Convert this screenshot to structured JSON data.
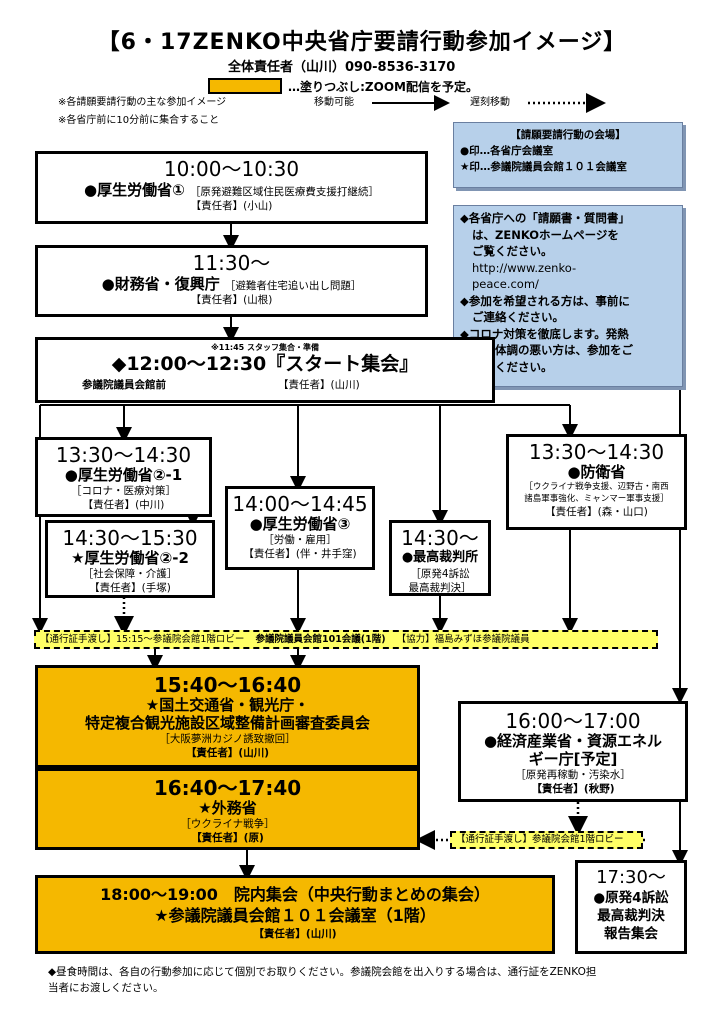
{
  "title": "【6・17ZENKO中央省庁要請行動参加イメージ】",
  "header": {
    "overall_responsible": "全体責任者（山川）090-8536-3170",
    "legend_fill_text": "…塗りつぶし:ZOOM配信を予定。",
    "legend_move_label": "移動可能",
    "legend_late_label": "遅刻移動",
    "note1": "※各請願要請行動の主な参加イメージ",
    "note2": "※各省庁前に10分前に集合すること"
  },
  "venue_box": {
    "title": "【請願要請行動の会場】",
    "line1": "●印…各省庁会議室",
    "line2": "★印…参議院議員会館１０１会議室"
  },
  "info_box": {
    "line1": "◆各省庁への「請願書・質問書」",
    "line2": "は、ZENKOホームページを",
    "line3": "ご覧ください。",
    "line4": "http://www.zenko-",
    "line5": "peace.com/",
    "line6": "◆参加を希望される方は、事前に",
    "line7": "ご連絡ください。",
    "line8": "◆コロナ対策を徹底します。発熱",
    "line9": "など体調の悪い方は、参加をご",
    "line10": "遠慮ください。"
  },
  "events": {
    "mhlw1": {
      "time": "10:00〜10:30",
      "dept": "●厚生労働省①",
      "topic": "［原発避難区域住民医療費支援打継続］",
      "resp": "【責任者】(小山)"
    },
    "mof": {
      "time": "11:30〜",
      "dept": "●財務省・復興庁",
      "topic": "［避難者住宅追い出し問題］",
      "resp": "【責任者】(山根)"
    },
    "start": {
      "pre": "※11:45 スタッフ集合・準備",
      "time": "◆12:00〜12:30『スタート集会』",
      "place": "参議院議員会館前",
      "resp": "【責任者】(山川)"
    },
    "mhlw21": {
      "time": "13:30〜14:30",
      "dept": "●厚生労働省②-1",
      "topic": "［コロナ・医療対策］",
      "resp": "【責任者】(中川)"
    },
    "mhlw22": {
      "time": "14:30〜15:30",
      "dept": "★厚生労働省②-2",
      "topic": "［社会保障・介護］",
      "resp": "【責任者】(手塚)"
    },
    "mhlw3": {
      "time": "14:00〜14:45",
      "dept": "●厚生労働省③",
      "topic": "［労働・雇用］",
      "resp": "【責任者】(伴・井手窪)"
    },
    "court": {
      "time": "14:30〜",
      "dept": "●最高裁判所",
      "topic1": "［原発4訴訟",
      "topic2": "最高裁判決］"
    },
    "mod": {
      "time": "13:30〜14:30",
      "dept": "●防衛省",
      "topic1": "［ウクライナ戦争支援、辺野古・南西",
      "topic2": "諸島軍事強化、ミャンマー軍事支援］",
      "resp": "【責任者】(森・山口)"
    },
    "mlit": {
      "time": "15:40〜16:40",
      "dept1": "★国土交通省・観光庁・",
      "dept2": "特定複合観光施設区域整備計画審査委員会",
      "topic": "［大阪夢洲カジノ誘致撤回］",
      "resp": "【責任者】(山川)"
    },
    "mofa": {
      "time": "16:40〜17:40",
      "dept": "★外務省",
      "topic": "［ウクライナ戦争］",
      "resp": "【責任者】(原)"
    },
    "meti": {
      "time": "16:00〜17:00",
      "dept1": "●経済産業省・資源エネル",
      "dept2": "ギー庁[予定]",
      "topic": "［原発再稼動・汚染水］",
      "resp": "【責任者】(秋野)"
    },
    "final": {
      "time": "18:00〜19:00　院内集会（中央行動まとめの集会）",
      "place": "★参議院議員会館１０１会議室（1階）",
      "resp": "【責任者】(山川)"
    },
    "report": {
      "time": "17:30〜",
      "line1": "●原発4訴訟",
      "line2": "最高裁判決",
      "line3": "報告集会"
    }
  },
  "pass_bar1": {
    "text1": "【通行証手渡し】15:15〜参議院会館1階ロビー",
    "text2": "参議院議員会館101会議(1階)",
    "text3": "【協力】福島みずほ参議院議員"
  },
  "pass_bar2": {
    "text": "【通行証手渡し】参議院会館1階ロビー"
  },
  "footer": {
    "line1": "◆昼食時間は、各自の行動参加に応じて個別でお取りください。参議院会館を出入りする場合は、通行証をZENKO担",
    "line2": "当者にお渡しください。"
  },
  "colors": {
    "orange": "#f5b800",
    "blue_box": "#b7d0ea",
    "pass_bar": "#ffff66"
  }
}
